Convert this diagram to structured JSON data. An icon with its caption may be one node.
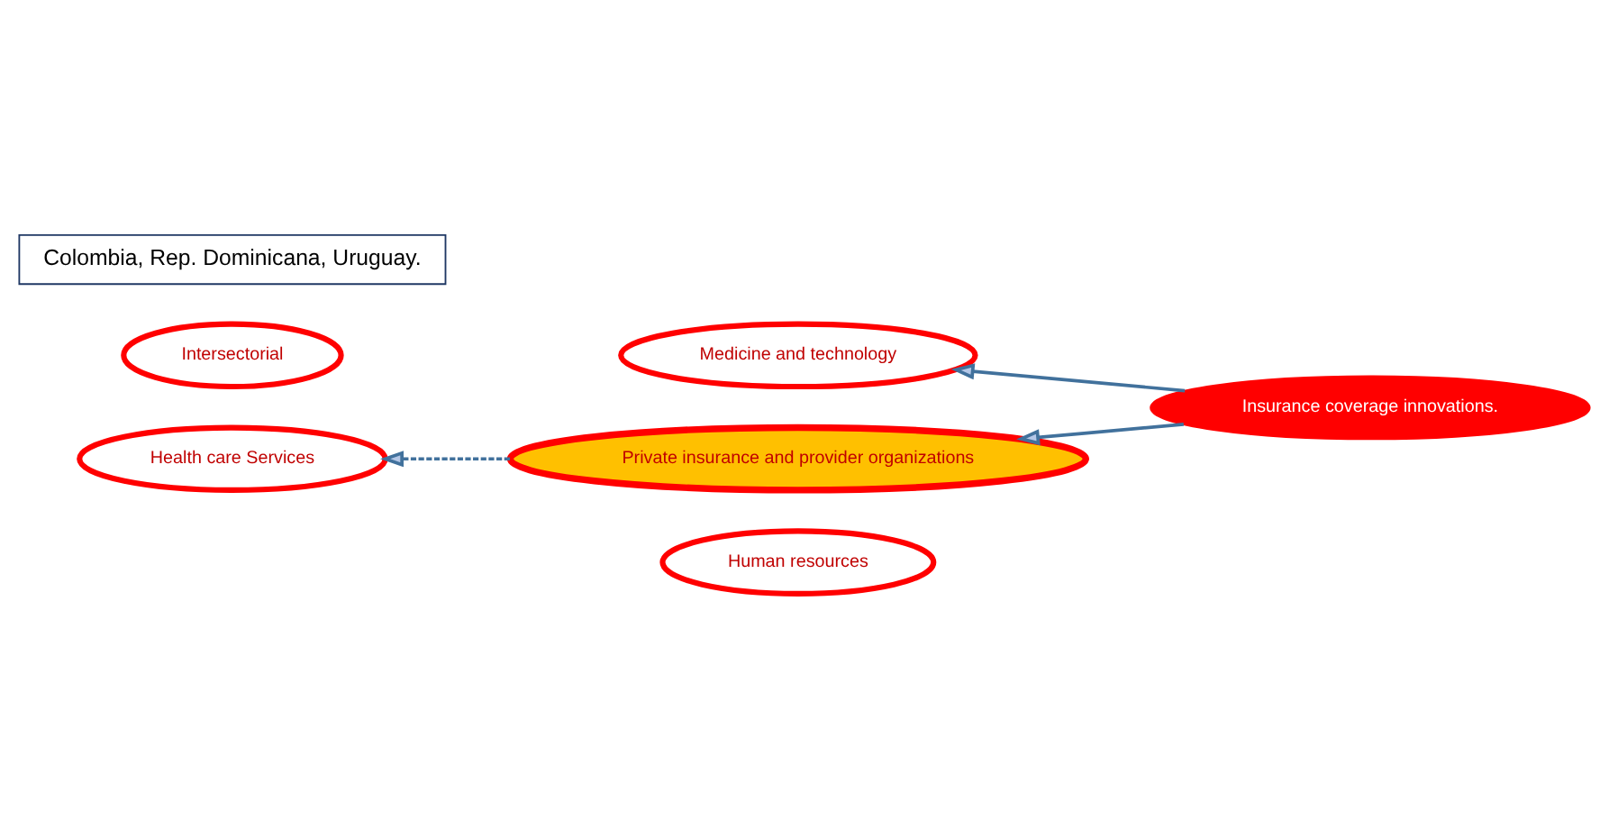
{
  "diagram": {
    "nodes": [
      {
        "text": [
          "Human resources"
        ]
      },
      {
        "text": [
          "Medicine and technology"
        ]
      },
      {
        "text": [
          "Health care Services"
        ]
      },
      {
        "text": [
          "Private insurance and provider organizations"
        ]
      },
      {
        "text": [
          "Insurance coverage innovations."
        ]
      },
      {
        "text": [
          "Intersectorial"
        ]
      },
      {
        "text": [
          "Colombia, Rep. Dominicana, Uruguay."
        ]
      }
    ],
    "edges": [
      {
        "from": 4,
        "to": 1,
        "arrow": "to"
      },
      {
        "from": 4,
        "to": 3,
        "arrow": "to"
      },
      {
        "from": 3,
        "to": 2,
        "arrow": "to",
        "style": "dashed"
      }
    ]
  }
}
